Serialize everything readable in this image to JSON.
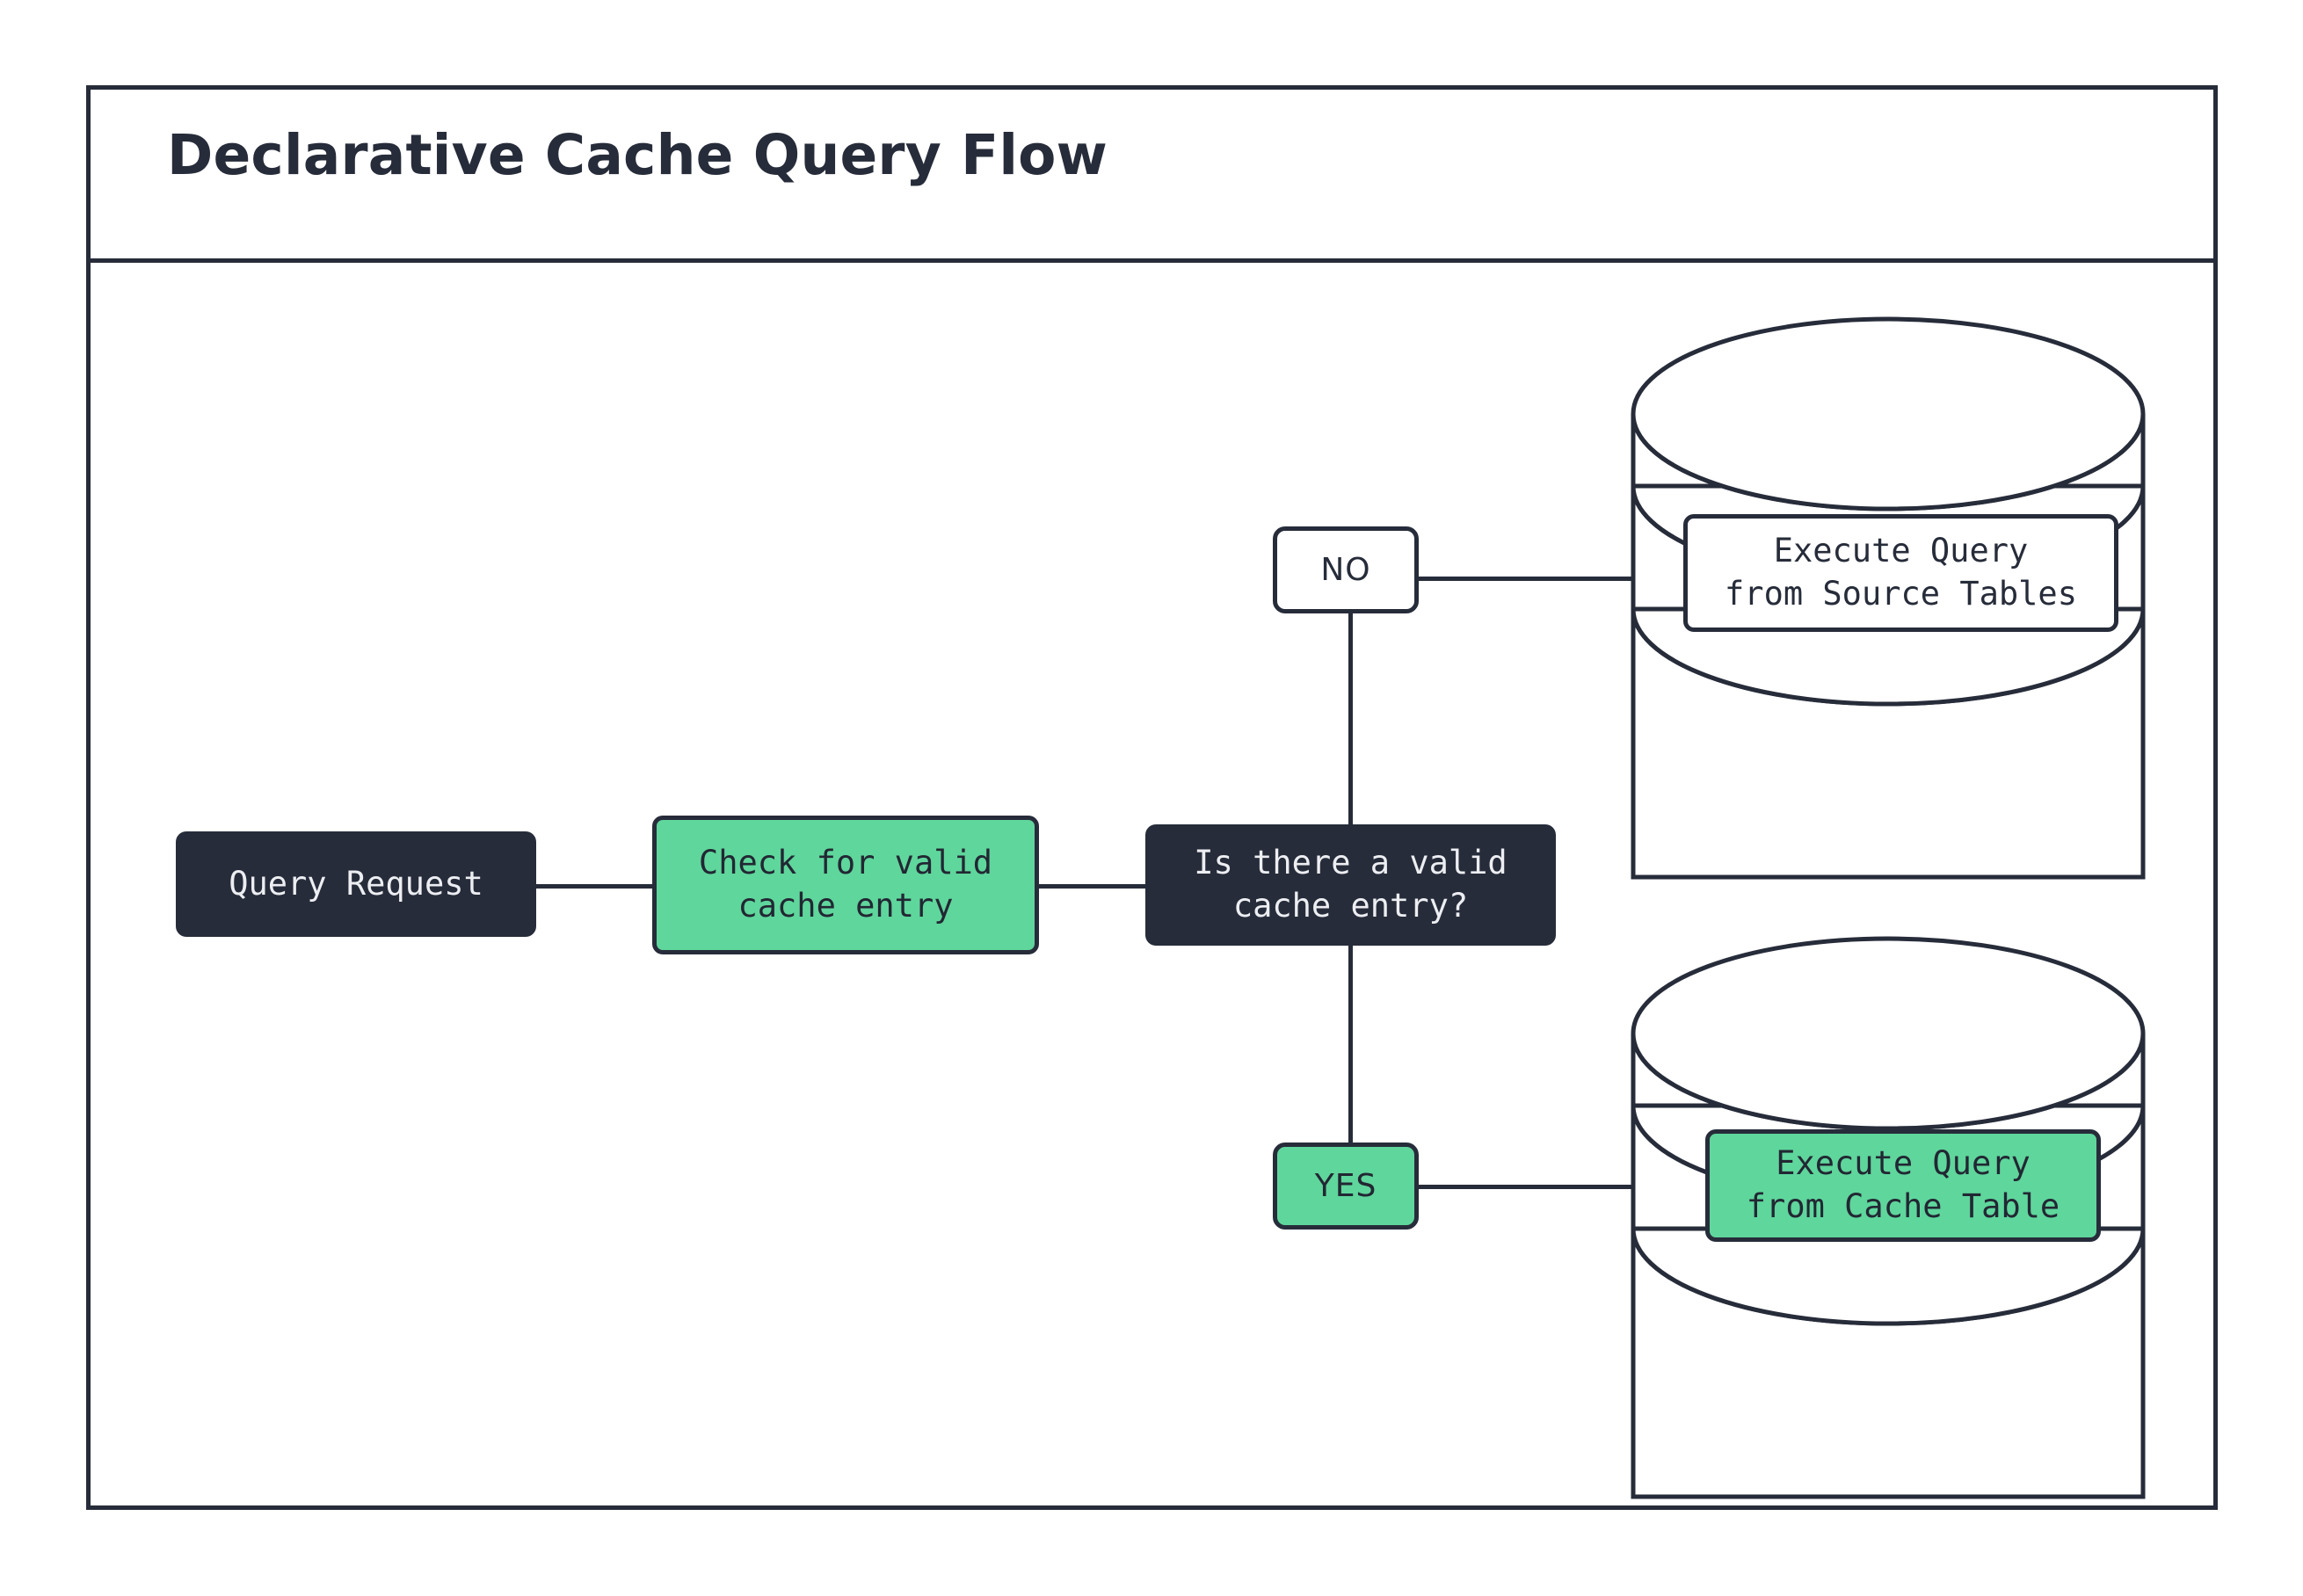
{
  "diagram": {
    "title": "Declarative Cache Query Flow",
    "type": "flowchart",
    "colors": {
      "dark": "#272c3a",
      "green": "#5fd69c",
      "white": "#ffffff",
      "text_light": "#eceef2"
    },
    "nodes": [
      {
        "id": "query-request",
        "label": "Query Request",
        "style": "dark",
        "shape": "rounded-rect"
      },
      {
        "id": "check-cache",
        "label": "Check for valid\ncache entry",
        "style": "green",
        "shape": "rounded-rect"
      },
      {
        "id": "decision",
        "label": "Is there a valid\ncache entry?",
        "style": "dark",
        "shape": "rounded-rect"
      },
      {
        "id": "branch-no",
        "label": "NO",
        "style": "white",
        "shape": "pill"
      },
      {
        "id": "branch-yes",
        "label": "YES",
        "style": "green",
        "shape": "pill"
      },
      {
        "id": "exec-source",
        "label": "Execute Query\nfrom Source Tables",
        "style": "white",
        "shape": "rounded-rect",
        "container": "database-cylinder-source"
      },
      {
        "id": "exec-cache",
        "label": "Execute Query\nfrom Cache Table",
        "style": "green",
        "shape": "rounded-rect",
        "container": "database-cylinder-cache"
      }
    ],
    "edges": [
      {
        "from": "query-request",
        "to": "check-cache"
      },
      {
        "from": "check-cache",
        "to": "decision"
      },
      {
        "from": "decision",
        "to": "branch-no",
        "label": "NO"
      },
      {
        "from": "branch-no",
        "to": "exec-source"
      },
      {
        "from": "decision",
        "to": "branch-yes",
        "label": "YES"
      },
      {
        "from": "branch-yes",
        "to": "exec-cache"
      }
    ]
  }
}
